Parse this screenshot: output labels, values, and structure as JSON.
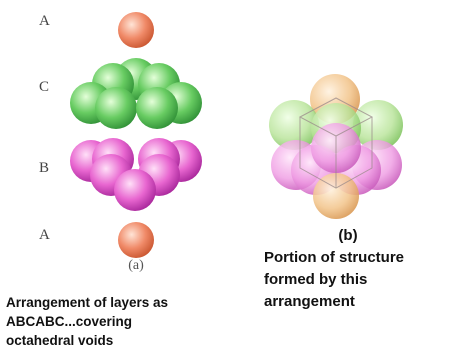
{
  "figure_a": {
    "layer_labels": [
      "A",
      "C",
      "B",
      "A"
    ],
    "sublabel": "(a)",
    "caption_lines": [
      "Arrangement of layers as",
      "ABCABC...covering",
      "octahedral voids"
    ]
  },
  "figure_b": {
    "sublabel": "(b)",
    "caption_lines": [
      "Portion of structure",
      "formed by this",
      "arrangement"
    ]
  },
  "colors": {
    "layer_a": "#f08a68",
    "layer_c": "#6fd06a",
    "layer_b": "#e86ad2",
    "cube_orange": "#f2c48a",
    "cube_green": "#b9e49a",
    "cube_pink": "#ef9be3"
  }
}
